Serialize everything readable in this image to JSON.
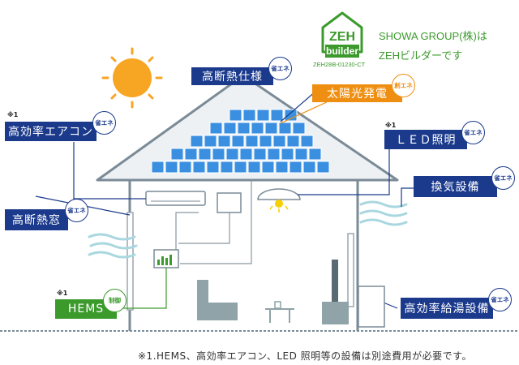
{
  "logo": {
    "mark_text": "ZEH",
    "mark_sub": "builder",
    "registration_code": "ZEH28B-01230-CT",
    "company_line1": "SHOWA GROUP(株)は",
    "company_line2": "ZEHビルダーです"
  },
  "labels": {
    "insulation_spec": "高断熱仕様",
    "solar": "太陽光発電",
    "aircon": "高効率エアコン",
    "led": "ＬＥＤ照明",
    "ventilation": "換気設備",
    "windows": "高断熱窓",
    "hems": "HEMS",
    "water_heater": "高効率給湯設備"
  },
  "badges": {
    "energy_saving": "省エネ",
    "energy_creation": "創エネ",
    "control": "制御"
  },
  "notes": {
    "star": "※1"
  },
  "footnote": "※1.HEMS、高効率エアコン、LED 照明等の設備は別途費用が必要です。",
  "colors": {
    "navy": "#1b3a8c",
    "orange": "#ef8f12",
    "green": "#3c9a2d",
    "sun": "#f6a623",
    "panel": "#3a8fe0",
    "house_line": "#7a8b97",
    "roof": "#eef1f4"
  }
}
